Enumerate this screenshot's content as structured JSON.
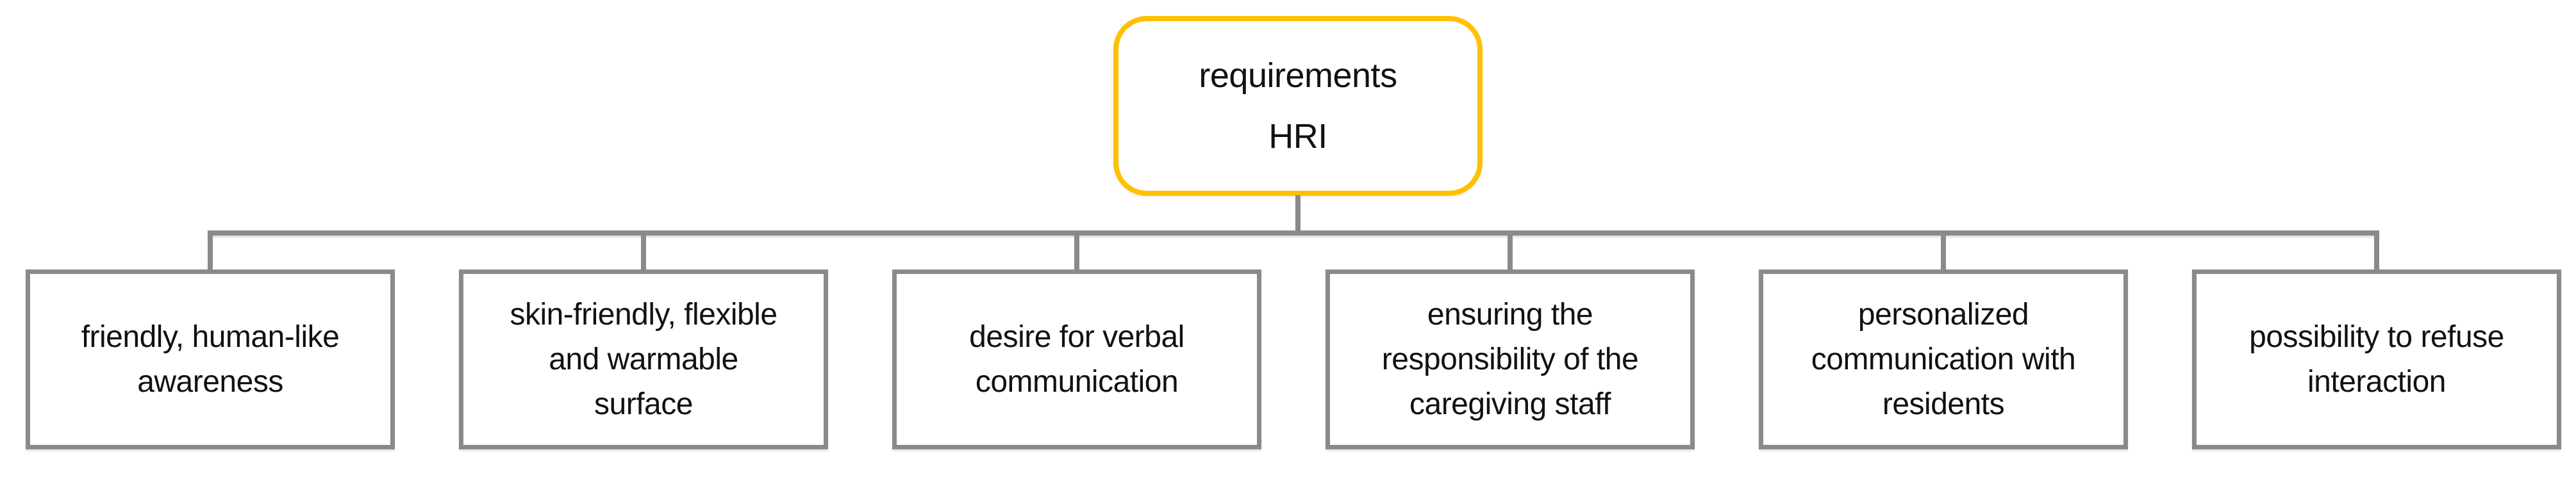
{
  "diagram": {
    "type": "hierarchy-tree",
    "root": {
      "label": "requirements\nHRI"
    },
    "children": [
      {
        "label": "friendly, human-like\nawareness"
      },
      {
        "label": "skin-friendly, flexible\nand warmable\nsurface"
      },
      {
        "label": "desire for verbal\ncommunication"
      },
      {
        "label": "ensuring the\nresponsibility of the\ncaregiving staff"
      },
      {
        "label": "personalized\ncommunication with\nresidents"
      },
      {
        "label": "possibility to refuse\ninteraction"
      }
    ],
    "colors": {
      "root_border": "#FFC000",
      "child_border": "#8A8A8A",
      "connector": "#8A8A8A",
      "text": "#111111",
      "background": "#FFFFFF"
    }
  }
}
